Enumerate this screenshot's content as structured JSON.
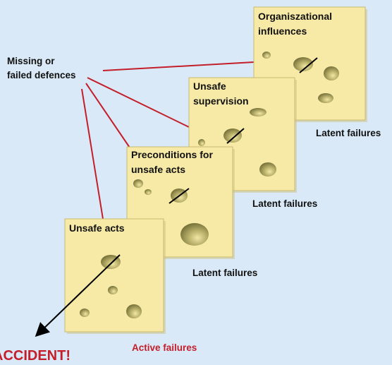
{
  "colors": {
    "background": "#d9e9f7",
    "slice_fill": "#f7eaa6",
    "slice_edge": "#c8ba6f",
    "hole": "#8e8a4c",
    "hole_highlight": "#f2e7a6",
    "defence_line": "#c41e2a",
    "accident_text": "#c41e2a",
    "trajectory": "#000000"
  },
  "labels": {
    "missing_defences_line1": "Missing or",
    "missing_defences_line2": "failed defences",
    "latent_failures_1": "Latent failures",
    "latent_failures_2": "Latent failures",
    "latent_failures_3": "Latent failures",
    "active_failures": "Active failures",
    "accident": "ACCIDENT!"
  },
  "slices": [
    {
      "title_lines": [
        "Organiszational",
        "influences"
      ]
    },
    {
      "title_lines": [
        "Unsafe",
        "supervision"
      ]
    },
    {
      "title_lines": [
        "Preconditions for",
        "unsafe acts"
      ]
    },
    {
      "title_lines": [
        "Unsafe acts"
      ]
    }
  ]
}
